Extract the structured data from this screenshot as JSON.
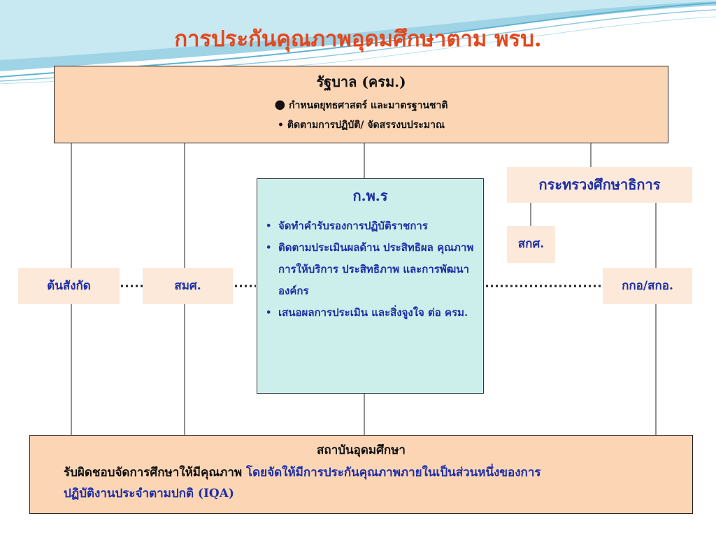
{
  "title": "การประกันคุณภาพอุดมศึกษาตาม พรบ.",
  "government": {
    "title": "รัฐบาล (ครม.)",
    "bullet_large": "●",
    "duty_1": "กำหนดยุทธศาสตร์ และมาตรฐานชาติ",
    "bullet_small": "•",
    "duty_2": "ติดตามการปฏิบัติ/ จัดสรรงบประมาณ"
  },
  "ministry": "กระทรวงศึกษาธิการ",
  "sks": "สกศ.",
  "ton_sangkat": "ต้นสังกัด",
  "smsh": "สมศ.",
  "kkor": "กกอ/สกอ.",
  "kpr": {
    "title": "ก.พ.ร",
    "bullet": "•",
    "items": [
      "จัดทำคำรับรองการปฏิบัติราชการ",
      "ติดตามประเมินผลด้าน ประสิทธิผล คุณภาพการให้บริการ ประสิทธิภาพ และการพัฒนา องค์กร",
      "เสนอผลการประเมิน และสิ่งจูงใจ ต่อ ครม."
    ]
  },
  "institution": {
    "title": "สถาบันอุดมศึกษา",
    "text_black": "รับผิดชอบจัดการศึกษาให้มีคุณภาพ ",
    "text_blue_1": "โดยจัดให้มีการประกันคุณภาพภายในเป็นส่วนหนึ่งของการ",
    "text_blue_2": "ปฏิบัติงานประจำตามปกติ (IQA)"
  },
  "colors": {
    "title": "#e3471d",
    "accent_blue": "#1d2fa6",
    "peach": "#fcd5b5",
    "light_peach": "#fde9d9",
    "aqua": "#cdefeb"
  }
}
